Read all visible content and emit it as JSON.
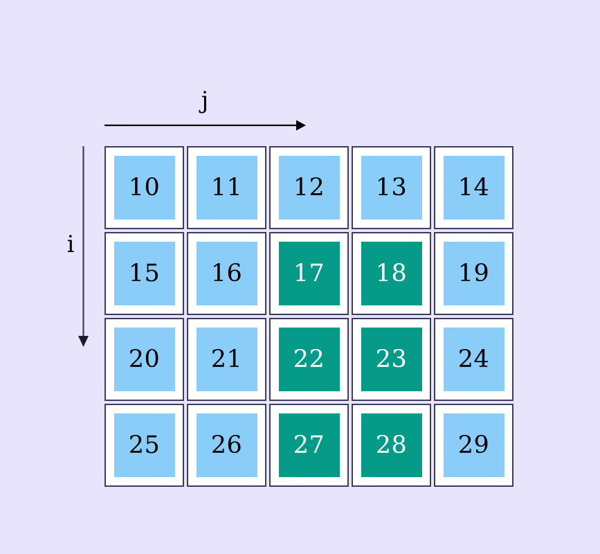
{
  "diagram": {
    "type": "matrix-index-grid",
    "background_color": "#e7e4fb",
    "axes": {
      "horizontal": {
        "label": "j",
        "direction": "right",
        "arrow_color": "#000000"
      },
      "vertical": {
        "label": "i",
        "direction": "down",
        "arrow_color": "#3c3c5c"
      }
    },
    "legend": {
      "normal_color": "#8acdf8",
      "highlight_color": "#059b88",
      "cell_border_color": "#3c3c5c",
      "cell_frame_color": "#ffffff",
      "normal_text_color": "#000000",
      "highlight_text_color": "#ffffff"
    },
    "grid": {
      "rows": 4,
      "columns": 5,
      "cells": [
        [
          {
            "value": "10",
            "state": "normal"
          },
          {
            "value": "11",
            "state": "normal"
          },
          {
            "value": "12",
            "state": "normal"
          },
          {
            "value": "13",
            "state": "normal"
          },
          {
            "value": "14",
            "state": "normal"
          }
        ],
        [
          {
            "value": "15",
            "state": "normal"
          },
          {
            "value": "16",
            "state": "normal"
          },
          {
            "value": "17",
            "state": "highlight"
          },
          {
            "value": "18",
            "state": "highlight"
          },
          {
            "value": "19",
            "state": "normal"
          }
        ],
        [
          {
            "value": "20",
            "state": "normal"
          },
          {
            "value": "21",
            "state": "normal"
          },
          {
            "value": "22",
            "state": "highlight"
          },
          {
            "value": "23",
            "state": "highlight"
          },
          {
            "value": "24",
            "state": "normal"
          }
        ],
        [
          {
            "value": "25",
            "state": "normal"
          },
          {
            "value": "26",
            "state": "normal"
          },
          {
            "value": "27",
            "state": "highlight"
          },
          {
            "value": "28",
            "state": "highlight"
          },
          {
            "value": "29",
            "state": "normal"
          }
        ]
      ]
    }
  }
}
